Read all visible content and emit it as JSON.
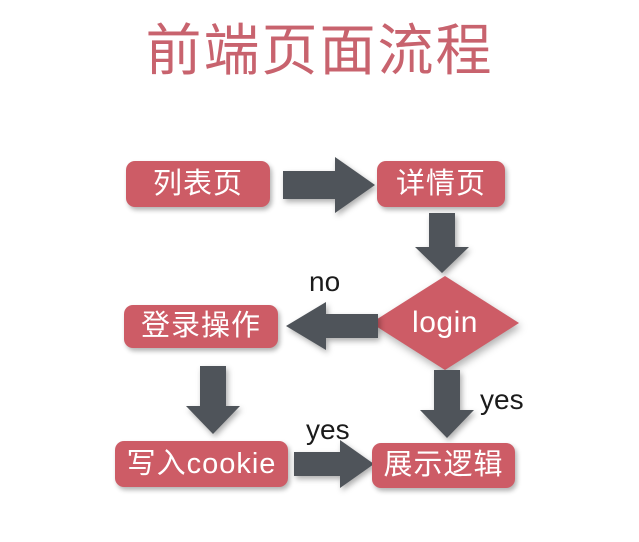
{
  "title": "前端页面流程",
  "colors": {
    "node_fill": "#cd5c66",
    "node_text": "#ffffff",
    "title_text": "#c8636e",
    "arrow_fill": "#4f545a",
    "edge_label_text": "#1b1b1b",
    "background": "#ffffff"
  },
  "nodes": {
    "list_page": "列表页",
    "detail_page": "详情页",
    "login_decision": "login",
    "login_action": "登录操作",
    "write_cookie": "写入cookie",
    "display_logic": "展示逻辑"
  },
  "edges": {
    "no_label": "no",
    "yes_right_label": "yes",
    "yes_bottom_label": "yes"
  },
  "icons": {
    "arrow_right": "arrow-right-icon",
    "arrow_left": "arrow-left-icon",
    "arrow_down": "arrow-down-icon"
  }
}
